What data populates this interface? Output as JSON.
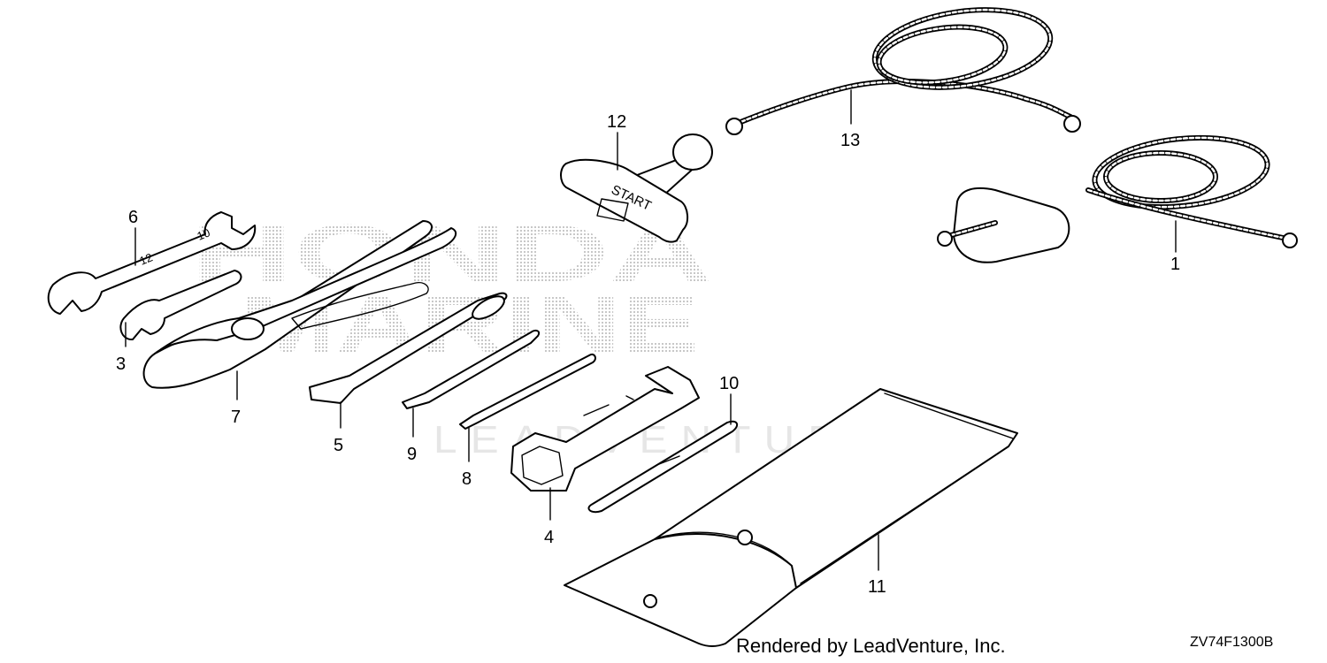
{
  "diagram": {
    "watermark_brand": "HONDA",
    "watermark_sub": "MARINE",
    "watermark_text": "LEADVENTURE",
    "credit": "Rendered by LeadVenture, Inc.",
    "diagram_code": "ZV74F1300B",
    "stamp_start": "START",
    "stamp_wrench_a": "12",
    "stamp_wrench_b": "10",
    "callouts": [
      {
        "id": "1",
        "label": "1"
      },
      {
        "id": "3",
        "label": "3"
      },
      {
        "id": "4",
        "label": "4"
      },
      {
        "id": "5",
        "label": "5"
      },
      {
        "id": "6",
        "label": "6"
      },
      {
        "id": "7",
        "label": "7"
      },
      {
        "id": "8",
        "label": "8"
      },
      {
        "id": "9",
        "label": "9"
      },
      {
        "id": "10",
        "label": "10"
      },
      {
        "id": "11",
        "label": "11"
      },
      {
        "id": "12",
        "label": "12"
      },
      {
        "id": "13",
        "label": "13"
      }
    ]
  }
}
